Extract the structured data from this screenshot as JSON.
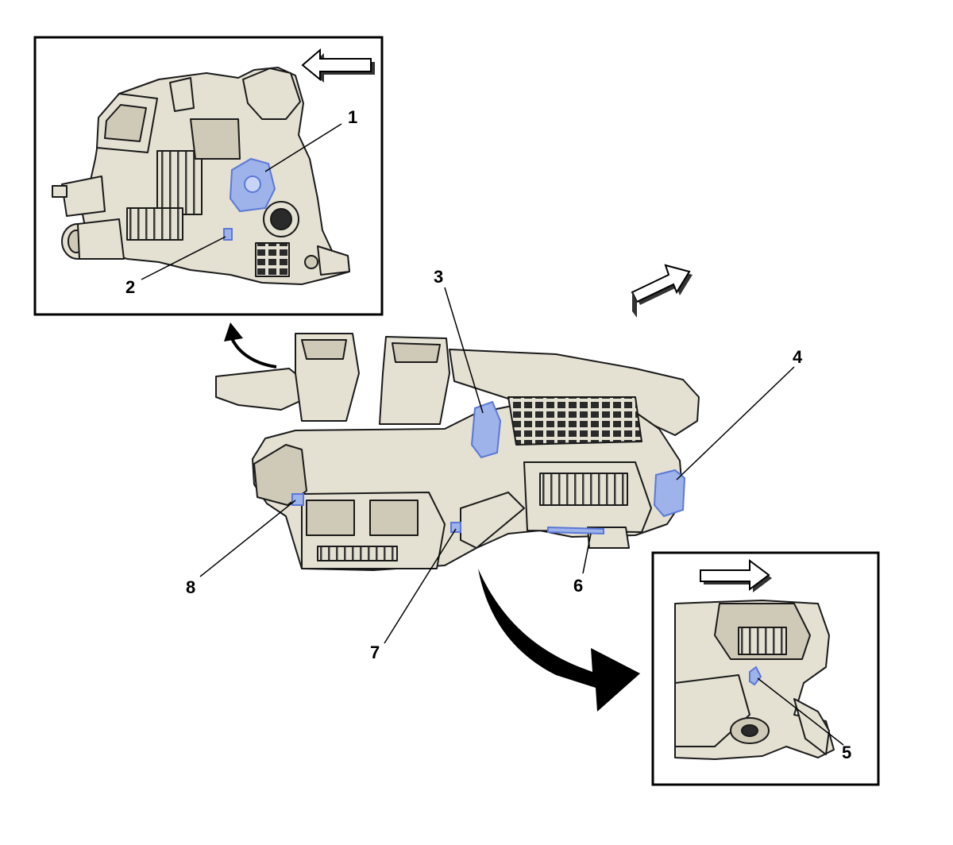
{
  "colors": {
    "background": "#ffffff",
    "housing": "#e4e0d2",
    "housing_shadow": "#cfcab8",
    "outline": "#1a1a1a",
    "actuator": "#9db3ea",
    "actuator_outline": "#5a78d8",
    "frame": "#000000"
  },
  "icons": {
    "direction_arrow_top_inset": "arrow-left-icon",
    "direction_arrow_main": "arrow-forward-right-icon",
    "direction_arrow_bottom_inset": "arrow-right-icon",
    "detail_arrow_top": "curved-arrow-up-icon",
    "detail_arrow_bottom": "curved-arrow-down-right-icon"
  },
  "callouts": [
    {
      "label": "1"
    },
    {
      "label": "2"
    },
    {
      "label": "3"
    },
    {
      "label": "4"
    },
    {
      "label": "5"
    },
    {
      "label": "6"
    },
    {
      "label": "7"
    },
    {
      "label": "8"
    }
  ]
}
